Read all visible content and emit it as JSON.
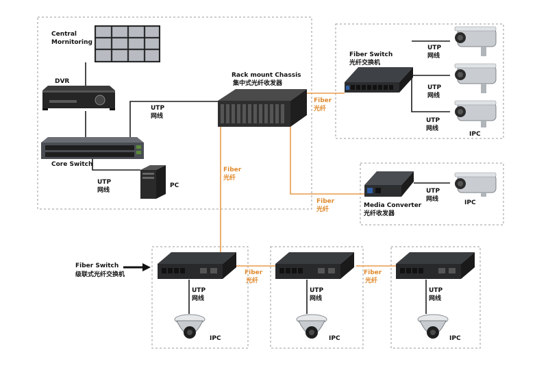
{
  "labels": {
    "central_monitoring": [
      "Central",
      "Mornitoring"
    ],
    "dvr": "DVR",
    "core_switch": "Core Switch",
    "pc": "PC",
    "rack_chassis": [
      "Rack mount Chassis",
      "集中式光纤收发器"
    ],
    "fiber_switch_top": [
      "Fiber Switch",
      "光纤交换机"
    ],
    "media_converter": [
      "Media Converter",
      "光纤收发器"
    ],
    "fiber_switch_bottom": [
      "Fiber Switch",
      "级联式光纤交换机"
    ],
    "utp": [
      "UTP",
      "网线"
    ],
    "fiber": [
      "Fiber",
      "光纤"
    ],
    "ipc": "IPC"
  },
  "colors": {
    "utp_line": "#1a1a1a",
    "fiber_line": "#e89a4a",
    "fiber_text": "#e08a2e",
    "device_body": "#2b2b2b"
  }
}
